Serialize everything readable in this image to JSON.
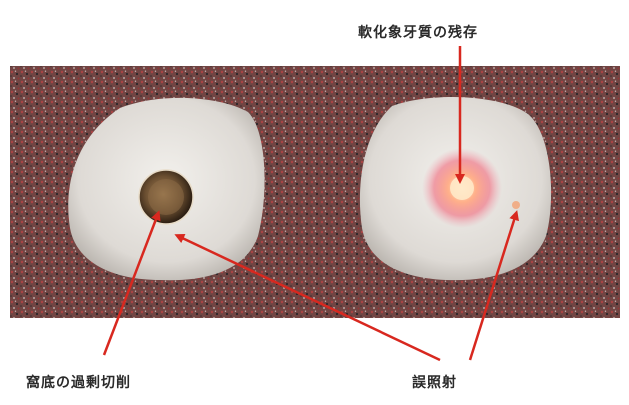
{
  "labels": {
    "softened_dentin_remaining": "軟化象牙質の残存",
    "excessive_cutting_of_floor": "窩底の過剰切削",
    "misirradiation": "誤照射"
  },
  "colors": {
    "background": "#ffffff",
    "tissue_base": "#7a4a48",
    "tooth": "#e6e3de",
    "arrow": "#d8281f",
    "cavity": "#5a4228",
    "laser_glow": "#ff9a80"
  }
}
